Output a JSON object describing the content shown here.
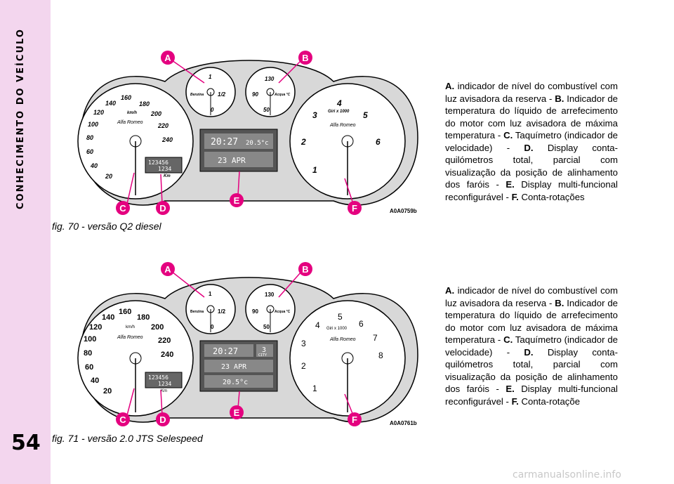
{
  "sidebar": {
    "section_title": "CONHECIMENTO DO VEÍCULO",
    "page_number": "54"
  },
  "figures": [
    {
      "caption": "fig. 70 - versão Q2 diesel",
      "code": "A0A0759b",
      "display_lines": [
        "20:27",
        "20.5°c",
        "23 APR"
      ],
      "odometer": [
        "123456",
        "1234"
      ]
    },
    {
      "caption": "fig. 71 - versão 2.0 JTS Selespeed",
      "code": "A0A0761b",
      "display_lines": [
        "20:27",
        "3",
        "CITY",
        "23 APR",
        "20.5°c"
      ],
      "odometer": [
        "123456",
        "1234"
      ]
    }
  ],
  "gauge_labels": {
    "fuel": [
      "1",
      "1/2",
      "0",
      "Benzina"
    ],
    "temp": [
      "130",
      "90",
      "50",
      "Acqua °C"
    ],
    "speed": [
      "20",
      "40",
      "60",
      "80",
      "100",
      "120",
      "140",
      "160",
      "180",
      "200",
      "220",
      "240",
      "km/h",
      "Km"
    ],
    "rpm": [
      "1",
      "2",
      "3",
      "4",
      "5",
      "6",
      "7",
      "8",
      "Giri x 1000"
    ],
    "brand": "Alfa Romeo"
  },
  "callouts": [
    "A",
    "B",
    "C",
    "D",
    "E",
    "F"
  ],
  "descriptions": [
    {
      "segments": [
        {
          "label": "A.",
          "text": " indicador de nível do combustível com luz avisadora da reserva - "
        },
        {
          "label": "B.",
          "text": " Indicador de temperatura do líquido de arrefecimento do motor com luz avisadora de máxima temperatura - "
        },
        {
          "label": "C.",
          "text": " Taquímetro (indicador de velocidade) - "
        },
        {
          "label": "D.",
          "text": " Display conta-quilómetros total, parcial com visualização da posição de alinhamento dos faróis - "
        },
        {
          "label": "E.",
          "text": " Display multi-funcional reconfigurável - "
        },
        {
          "label": "F.",
          "text": " Conta-rotações"
        }
      ]
    },
    {
      "segments": [
        {
          "label": "A.",
          "text": " indicador de nível do combustível com luz avisadora da reserva - "
        },
        {
          "label": "B.",
          "text": " Indicador de temperatura do líquido de arrefecimento do motor com luz avisadora de máxima temperatura - "
        },
        {
          "label": "C.",
          "text": " Taquímetro (indicador de velocidade) - "
        },
        {
          "label": "D.",
          "text": " Display conta-quilómetros total, parcial com visualização da posição de alinhamento dos faróis - "
        },
        {
          "label": "E.",
          "text": " Display multi-funcional reconfigurável - "
        },
        {
          "label": "F.",
          "text": " Conta-rotaçõe"
        }
      ]
    }
  ],
  "watermark": "carmanualsonline.info",
  "colors": {
    "sidebar": "#f3d6ee",
    "callout": "#e4007f",
    "ink": "#000000"
  }
}
